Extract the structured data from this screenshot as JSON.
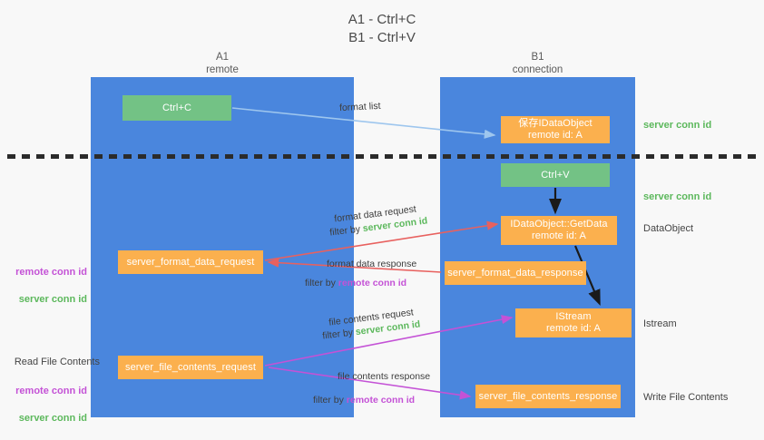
{
  "title": "A1 - Ctrl+C\nB1 - Ctrl+V",
  "colors": {
    "background": "#f8f8f8",
    "lane": "#4a86dd",
    "green_node": "#73c285",
    "orange_node": "#fbb04e",
    "server_conn_id": "#5cb85c",
    "remote_conn_id": "#c452d6",
    "arrow_blue": "#9ec6ee",
    "arrow_red": "#e8615f",
    "arrow_magenta": "#c452d6",
    "arrow_black": "#1a1a1a",
    "divider": "#2b2b2b"
  },
  "lanes": [
    {
      "id": "a1",
      "title": "A1",
      "subtitle": "remote"
    },
    {
      "id": "b1",
      "title": "B1",
      "subtitle": "connection"
    }
  ],
  "nodes": {
    "ctrl_c": "Ctrl+C",
    "save_idataobject": "保存IDataObject\nremote id: A",
    "ctrl_v": "Ctrl+V",
    "getdata": "IDataObject::GetData\nremote id: A",
    "format_data_request": "server_format_data_request",
    "format_data_response": "server_format_data_response",
    "istream": "IStream\nremote id: A",
    "file_contents_request": "server_file_contents_request",
    "file_contents_response": "server_file_contents_response"
  },
  "annotations": {
    "server_conn_id": "server conn id",
    "remote_conn_id": "remote conn id",
    "data_object": "DataObject",
    "istream": "Istream",
    "write_file_contents": "Write File Contents",
    "read_file_contents": "Read File Contents"
  },
  "edges": {
    "format_list": "format list",
    "format_data_request": "format data request",
    "format_data_response": "format data response",
    "file_contents_request": "file contents request",
    "file_contents_response": "file contents response",
    "filter_by": "filter by"
  }
}
